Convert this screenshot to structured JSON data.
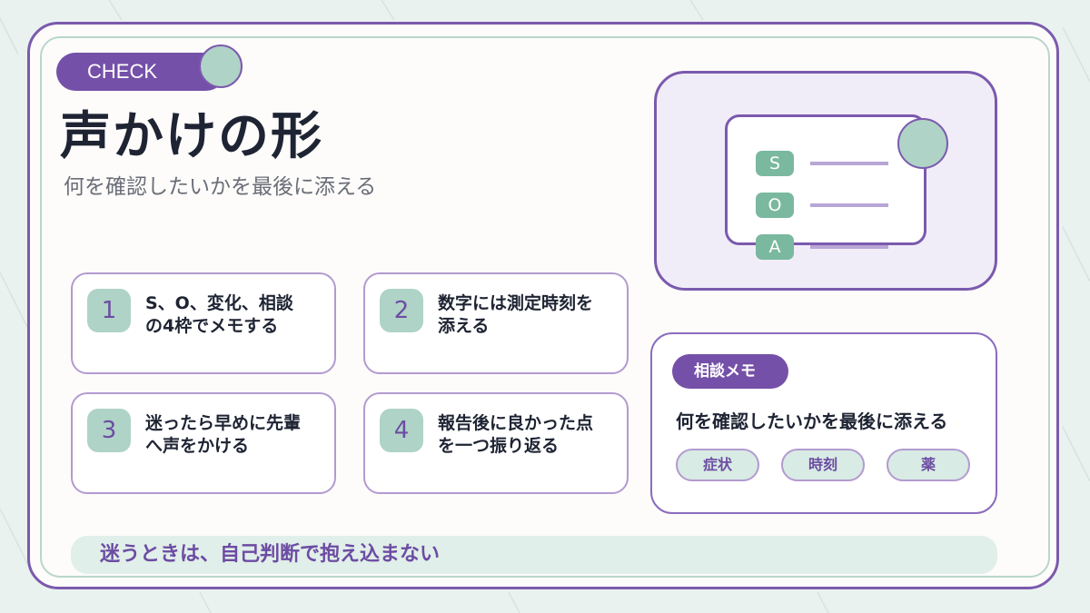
{
  "header": {
    "badge": "CHECK",
    "title": "声かけの形",
    "subtitle": "何を確認したいかを最後に添える"
  },
  "steps": [
    {
      "num": "1",
      "text": "S、O、変化、相談\nの4枠でメモする"
    },
    {
      "num": "2",
      "text": "数字には測定時刻を\n添える"
    },
    {
      "num": "3",
      "text": "迷ったら早めに先輩\nへ声をかける"
    },
    {
      "num": "4",
      "text": "報告後に良かった点\nを一つ振り返る"
    }
  ],
  "illustration": {
    "tags": [
      "S",
      "O",
      "A"
    ]
  },
  "memo": {
    "label": "相談メモ",
    "text": "何を確認したいかを最後に添える",
    "chips": [
      "症状",
      "時刻",
      "薬"
    ]
  },
  "footer": {
    "text": "迷うときは、自己判断で抱え込まない"
  },
  "colors": {
    "accent": "#7550a8",
    "mint": "#afd3c7",
    "tag_green": "#7ab89f",
    "background": "#eaf2f0"
  }
}
